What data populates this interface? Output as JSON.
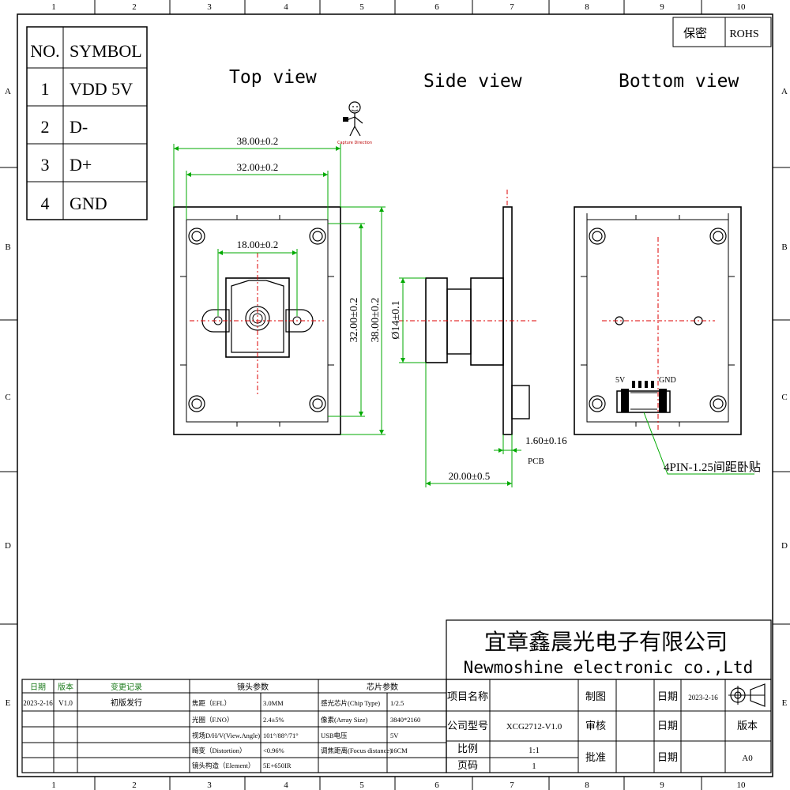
{
  "border": {
    "columns": [
      "1",
      "2",
      "3",
      "4",
      "5",
      "6",
      "7",
      "8",
      "9",
      "10"
    ],
    "rows": [
      "A",
      "B",
      "C",
      "D",
      "E"
    ]
  },
  "confidential_table": {
    "col1": "保密",
    "col2": "ROHS"
  },
  "pin_table": {
    "header_no": "NO.",
    "header_symbol": "SYMBOL",
    "rows": [
      {
        "no": "1",
        "symbol": "VDD 5V"
      },
      {
        "no": "2",
        "symbol": "D-"
      },
      {
        "no": "3",
        "symbol": "D+"
      },
      {
        "no": "4",
        "symbol": "GND"
      }
    ]
  },
  "views": {
    "top": "Top view",
    "side": "Side view",
    "bottom": "Bottom view"
  },
  "logo_caption": "Capture Direction",
  "dimensions": {
    "top_outer_width": "38.00±0.2",
    "top_inner_width": "32.00±0.2",
    "lens_width": "18.00±0.2",
    "top_inner_height": "32.00±0.2",
    "top_outer_height": "38.00±0.2",
    "lens_diameter": "Ø14±0.1",
    "pcb_thickness": "1.60±0.16",
    "pcb_label": "PCB",
    "side_depth": "20.00±0.5"
  },
  "connector": {
    "pin1_label": "5V",
    "pin4_label": "GND",
    "callout": "4PIN-1.25间距卧贴"
  },
  "company": {
    "name_cn": "宜章鑫晨光电子有限公司",
    "name_en": "Newmoshine electronic co.,Ltd"
  },
  "revision_block": {
    "headers": {
      "date": "日期",
      "version": "版本",
      "change": "变更记录",
      "lens": "镜头参数",
      "chip": "芯片参数"
    },
    "date": "2023-2-16",
    "version": "V1.0",
    "change": "初版发行",
    "lens_params": [
      {
        "label": "焦距（EFL）",
        "value": "3.0MM"
      },
      {
        "label": "光圈（F.NO）",
        "value": "2.4±5%"
      },
      {
        "label": "视场D/H/V(View.Angle)",
        "value": "101°/88°/71°"
      },
      {
        "label": "畸变（Distortion）",
        "value": "<0.96%"
      },
      {
        "label": "镜头构造（Element）",
        "value": "5E+650IR"
      }
    ],
    "chip_params": [
      {
        "label": "感光芯片(Chip Type)",
        "value": "1/2.5"
      },
      {
        "label": "像素(Array Size)",
        "value": "3840*2160"
      },
      {
        "label": "USB电压",
        "value": "5V"
      },
      {
        "label": "调焦距离(Focus distance)",
        "value": "16CM"
      }
    ]
  },
  "title_block": {
    "project_name_label": "项目名称",
    "project_name_value": "",
    "drawn_label": "制图",
    "drawn_value": "",
    "date_label": "日期",
    "date_value": "2023-2-16",
    "model_label": "公司型号",
    "model_value": "XCG2712-V1.0",
    "review_label": "审核",
    "review_value": "",
    "review_date_label": "日期",
    "review_date_value": "",
    "edition_label": "版本",
    "scale_label": "比例",
    "scale_value": "1:1",
    "approve_label": "批准",
    "approve_value": "",
    "approve_date_label": "日期",
    "approve_date_value": "",
    "edition_value": "A0",
    "page_label": "页码",
    "page_value": "1"
  }
}
